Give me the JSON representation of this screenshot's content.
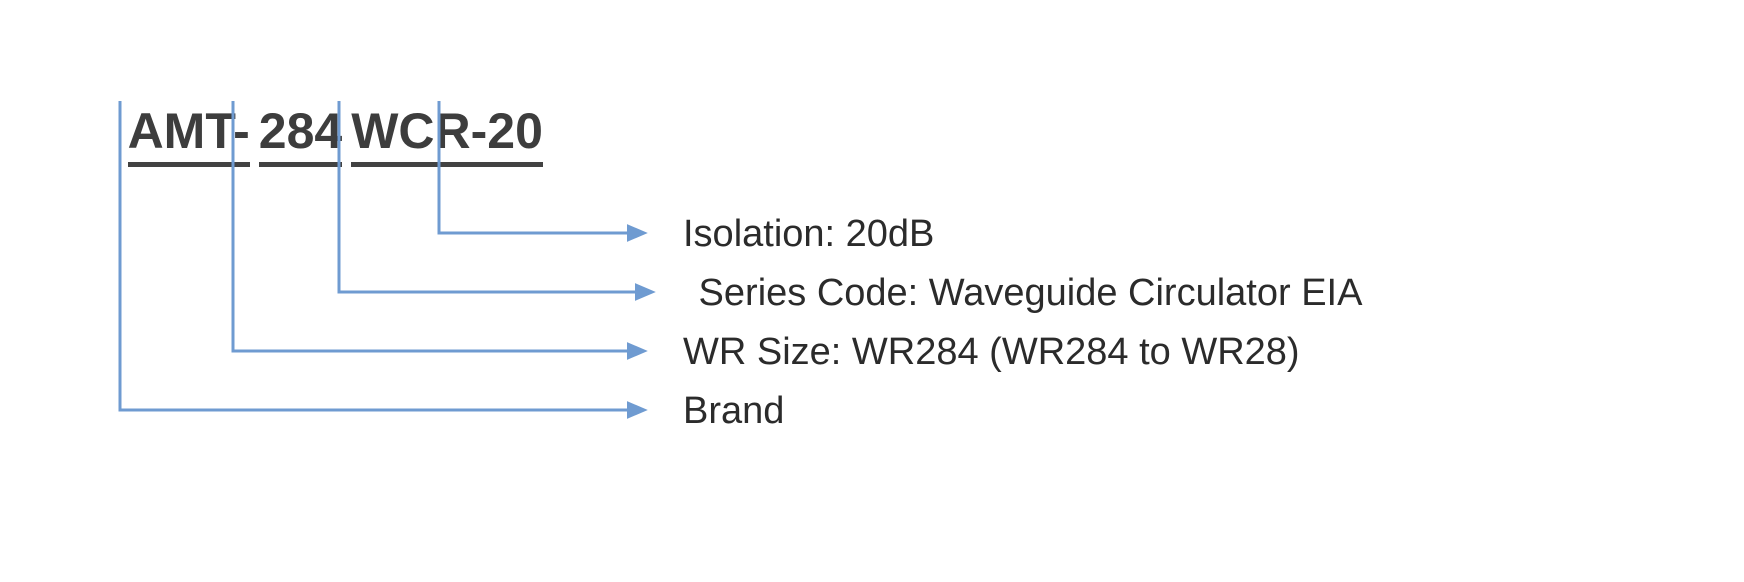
{
  "diagram": {
    "title": "AMT-284 WCR-20",
    "type": "part-number-breakdown",
    "accent_color": "#6f9bd1",
    "text_color": "#2b2b2b",
    "title_color": "#3d3d3d",
    "underline_color": "#424242",
    "background_color": "#ffffff",
    "part_number_segments": [
      {
        "text": "AMT-",
        "name": "brand-segment"
      },
      {
        "text": "284",
        "name": "wr-size-segment"
      },
      {
        "text": "WCR",
        "name": "series-code-segment"
      },
      {
        "text": "-20",
        "name": "isolation-segment"
      }
    ],
    "callouts": [
      {
        "id": "isolation",
        "label": "Isolation: 20dB",
        "key": "Isolation",
        "value": "20dB",
        "source_segment": "-20",
        "arrow_icon": "arrow-right-icon"
      },
      {
        "id": "series",
        "label": " Series Code: Waveguide Circulator EIA",
        "key": "Series Code",
        "value": "Waveguide Circulator EIA",
        "source_segment": "WCR",
        "arrow_icon": "arrow-right-icon"
      },
      {
        "id": "wrsize",
        "label": "WR Size: WR284 (WR284 to WR28)",
        "key": "WR Size",
        "value": "WR284 (WR284 to WR28)",
        "source_segment": "284",
        "arrow_icon": "arrow-right-icon"
      },
      {
        "id": "brand",
        "label": "Brand",
        "key": "Brand",
        "value": "",
        "source_segment": "AMT-",
        "arrow_icon": "arrow-right-icon"
      }
    ]
  }
}
